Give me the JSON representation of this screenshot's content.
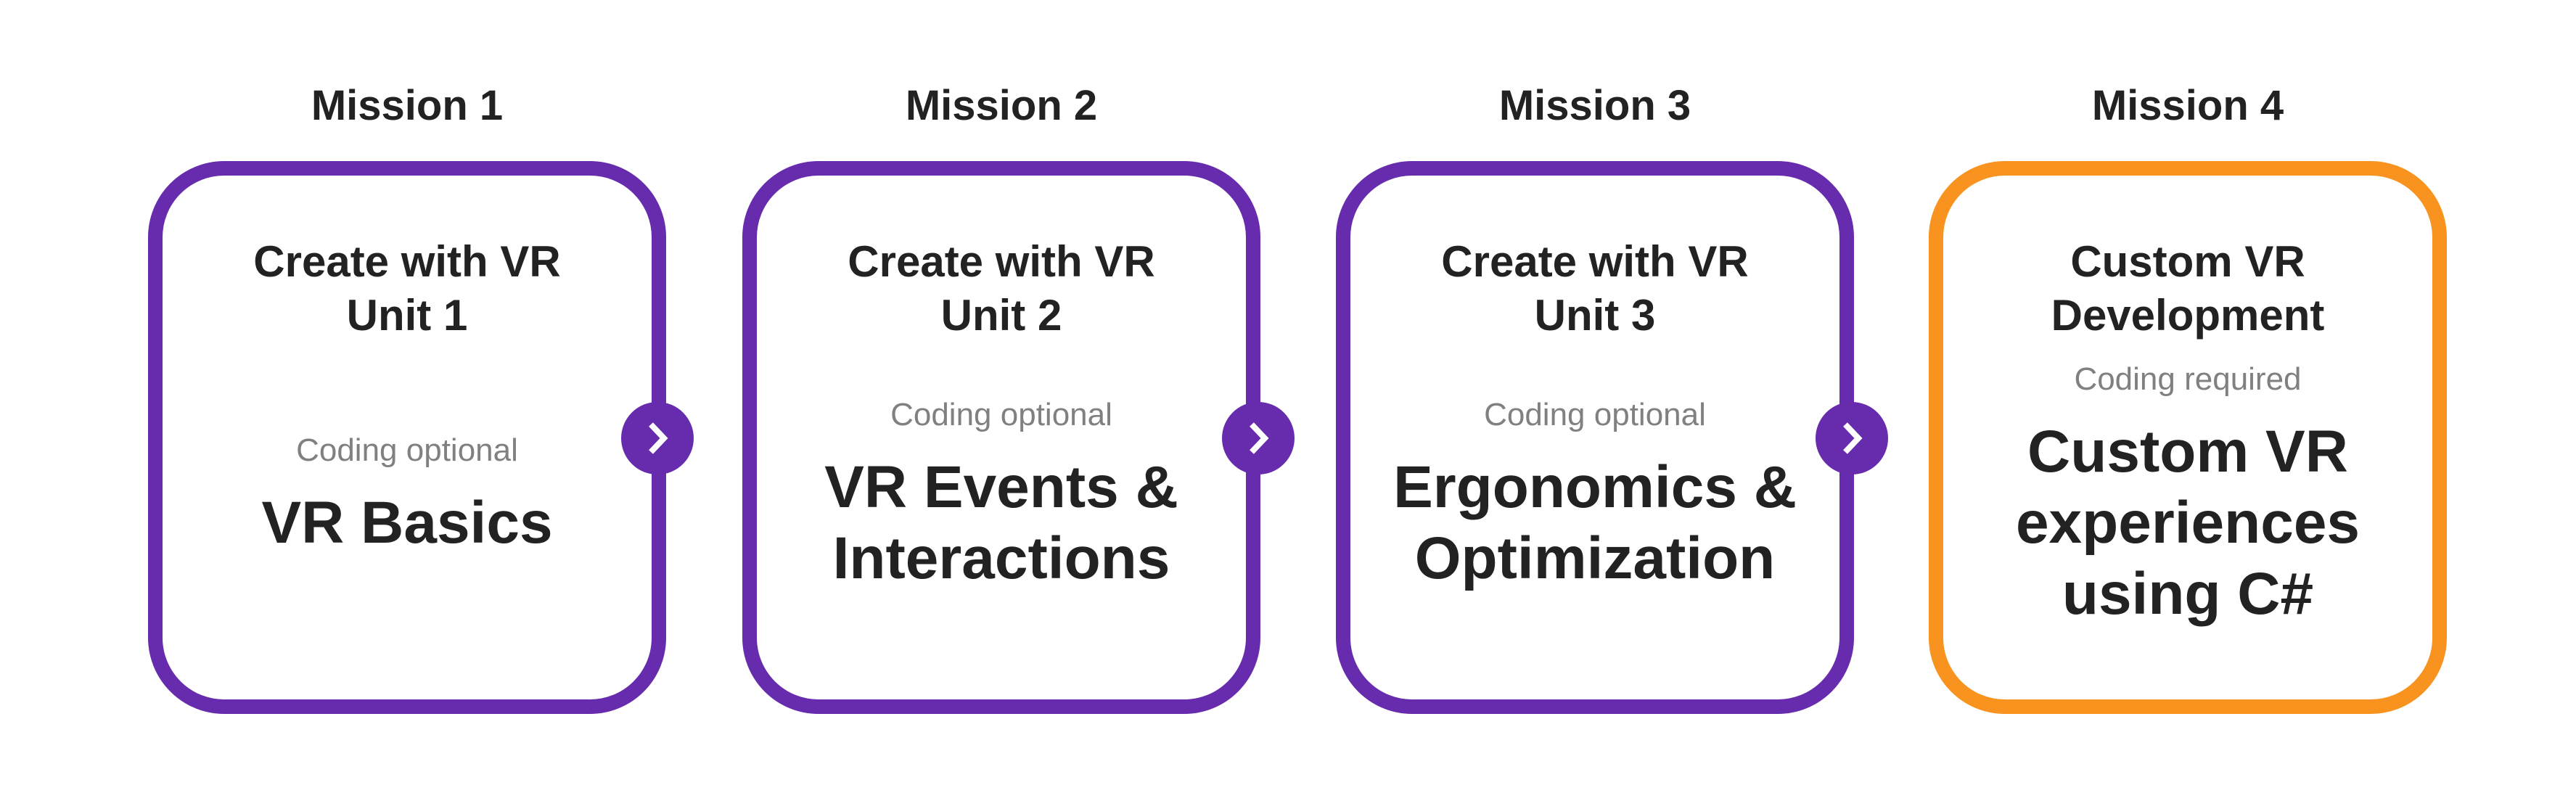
{
  "missions": [
    {
      "heading": "Mission 1",
      "title": "Create with VR\nUnit 1",
      "coding": "Coding optional",
      "main": "VR Basics"
    },
    {
      "heading": "Mission 2",
      "title": "Create with VR\nUnit 2",
      "coding": "Coding optional",
      "main": "VR Events &\nInteractions"
    },
    {
      "heading": "Mission 3",
      "title": "Create with VR\nUnit 3",
      "coding": "Coding optional",
      "main": "Ergonomics &\nOptimization"
    },
    {
      "heading": "Mission 4",
      "title": "Custom VR\nDevelopment",
      "coding": "Coding required",
      "main": "Custom VR\nexperiences\nusing C#"
    }
  ],
  "colors": {
    "purple": "#672BAE",
    "orange": "#F7931E"
  },
  "connector_icon": "chevron-right-icon"
}
